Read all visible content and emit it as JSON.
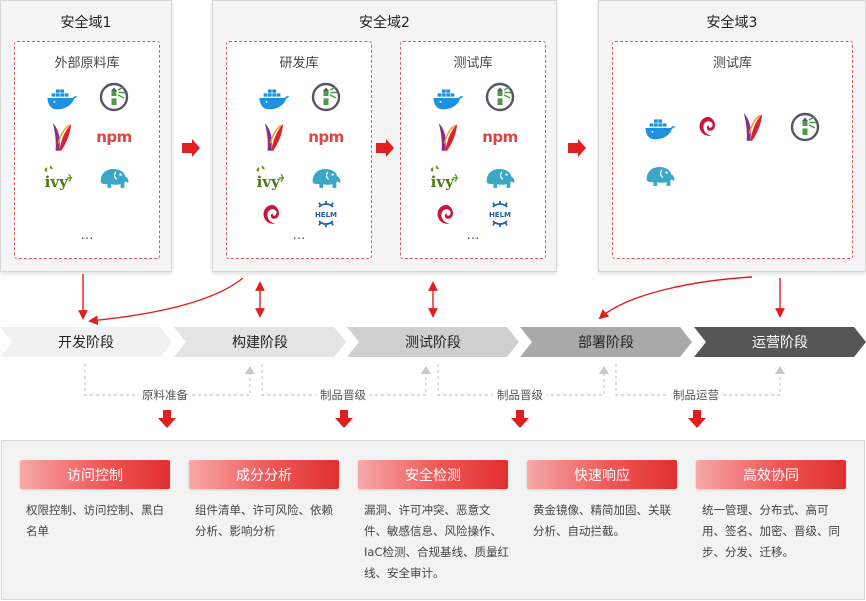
{
  "zones": [
    {
      "title": "安全域1",
      "repos": [
        {
          "title": "外部原料库",
          "more": "…"
        }
      ]
    },
    {
      "title": "安全域2",
      "repos": [
        {
          "title": "研发库",
          "more": "…"
        },
        {
          "title": "测试库",
          "more": "…"
        }
      ]
    },
    {
      "title": "安全域3",
      "repos": [
        {
          "title": "测试库"
        }
      ]
    }
  ],
  "icons": {
    "npm": "npm",
    "helm": "HELM",
    "ivy": "ivy"
  },
  "stages": [
    "开发阶段",
    "构建阶段",
    "测试阶段",
    "部署阶段",
    "运营阶段"
  ],
  "connectors": [
    "原料准备",
    "制品晋级",
    "制品晋级",
    "制品运营"
  ],
  "capabilities": [
    {
      "title": "访问控制",
      "desc": "权限控制、访问控制、黑白名单"
    },
    {
      "title": "成分分析",
      "desc": "组件清单、许可风险、依赖分析、影响分析"
    },
    {
      "title": "安全检测",
      "desc": "漏洞、许可冲突、恶意文件、敏感信息、风险操作、IaC检测、合规基线、质量红线、安全审计。"
    },
    {
      "title": "快速响应",
      "desc": "黄金镜像、精简加固、关联分析、自动拦截。"
    },
    {
      "title": "高效协同",
      "desc": "统一管理、分布式、高可用、签名、加密、晋级、同步、分发、迁移。"
    }
  ],
  "colors": {
    "accent": "#e02020",
    "docker": "#1d91e0",
    "elephant": "#3aa8c4",
    "ivy": "#6a9a1e",
    "debian": "#c8173e",
    "feather": "#d9232e"
  }
}
